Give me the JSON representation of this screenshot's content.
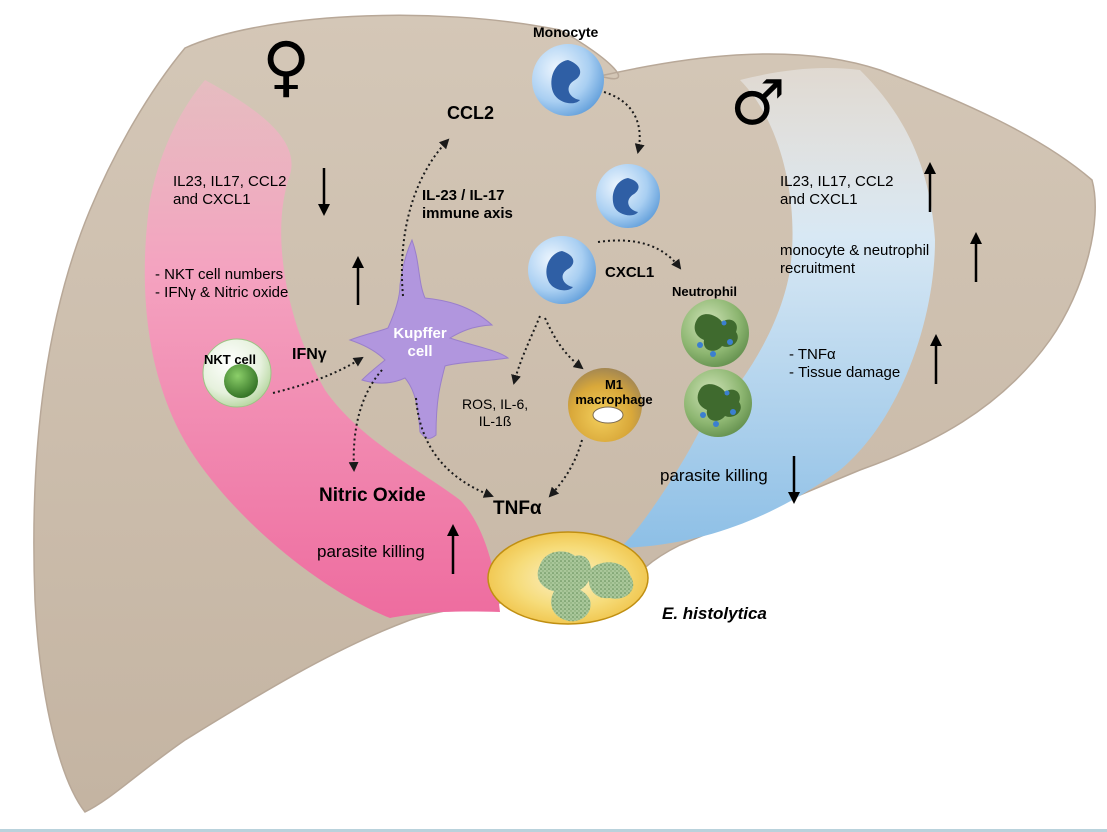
{
  "symbols": {
    "female": "♀",
    "male": "♂"
  },
  "labels": {
    "monocyte": "Monocyte",
    "ccl2": "CCL2",
    "axis": "IL-23 / IL-17\nimmune axis",
    "cxcl1": "CXCL1",
    "neutrophil": "Neutrophil",
    "kupffer": "Kupffer\ncell",
    "nkt_cell": "NKT cell",
    "ifng": "IFNγ",
    "ros": "ROS, IL-6,\nIL-1ß",
    "m1": "M1\nmacrophage",
    "nitric_oxide": "Nitric Oxide",
    "tnfa": "TNFα",
    "parasite": "E. histolytica"
  },
  "female_panel": {
    "cytokines": "IL23, IL17, CCL2\nand CXCL1",
    "cytokines_trend": "down",
    "nkt": "- NKT cell numbers\n- IFNγ & Nitric oxide",
    "nkt_trend": "up",
    "killing": "parasite killing",
    "killing_trend": "up"
  },
  "male_panel": {
    "cytokines": "IL23, IL17, CCL2\nand CXCL1",
    "cytokines_trend": "up",
    "recruitment": "monocyte & neutrophil\nrecruitment",
    "recruitment_trend": "up",
    "damage": "- TNFα\n- Tissue damage",
    "damage_trend": "up",
    "killing": "parasite killing",
    "killing_trend": "down"
  },
  "colors": {
    "liver": "#cdbfae",
    "female_band": "#f07aa8",
    "male_band": "#8fc0e4",
    "kupffer": "#b89be0",
    "monocyte": "#7fb6e8",
    "neutrophil": "#6f9a5a",
    "nkt": "#4f8f3a",
    "macrophage": "#e2b84a",
    "abscess": "#f1cc4a"
  }
}
